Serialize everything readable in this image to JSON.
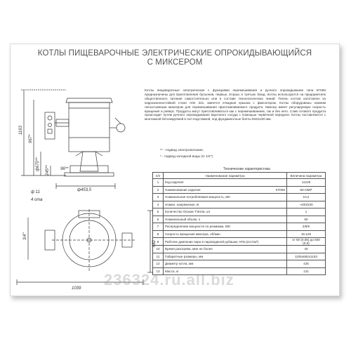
{
  "title_line1": "КОТЛЫ ПИЩЕВАРОЧНЫЕ ЭЛЕКТРИЧЕСКИЕ ОПРОКИДЫВАЮЩИЙСЯ",
  "title_line2": "С МИКСЕРОМ",
  "description": "Котлы пищеварочные электрические с функциями перемешивания и ручного опрокидывания типа КПЭМ предназначены для приготовления бульонов, первых, вторых и третьих блюд. Котлы используются на предприятиях общественного питания самостоятельно или в составе технологических линий. Тигель котлов изготовлен из коррозионностойкой стали AISI 321, имеется откидная крышка с фиксатором. Котлы оборудованы нижним легкосъемным миксером для перемешивания приготавливаемого продукта. Миксер имеет регулируемую скорость вращения и реверс. Продукты могут приготавливаться как с перемешиванием, так и без него. Слив готового продукта происходит путем ручного опрокидывания варочного сосуда с помощью червячной передачи. Котлы поставляются с монтажной бетонируемой в пол подставкой, под фундаментные болты М10х100 мм.",
  "note1": "** - подвод электропитания,",
  "note2": "* - подвод холодной воды (G 1/2\")",
  "tech_title": "Технические характеристика",
  "table": {
    "headers": [
      "п/п",
      "Наименование параметра",
      "Величина параметра"
    ],
    "rows": [
      {
        "n": "1",
        "name": "Код изделия",
        "unit": "",
        "value": "11228"
      },
      {
        "n": "2",
        "name": "Наименование изделия",
        "unit": "КПЭМ",
        "value": "60-ОМР"
      },
      {
        "n": "3",
        "name": "Номинальная потребляемая мощность, кВт",
        "unit": "",
        "value": "10,2"
      },
      {
        "n": "4",
        "name": "Номин. напряжение, В",
        "unit": "",
        "value": "~400/230"
      },
      {
        "n": "5",
        "name": "Количество блоков ТЭНов, шт",
        "unit": "",
        "value": "1"
      },
      {
        "n": "6",
        "name": "Номинальный объем, л",
        "unit": "",
        "value": "60"
      },
      {
        "n": "7",
        "name": "Распределение мощности по режимам, КВт",
        "unit": "",
        "value": "3/6/9"
      },
      {
        "n": "8",
        "name": "Скорость вращения миксера, об/мин",
        "unit": "",
        "value": "15-120"
      },
      {
        "n": "9",
        "name": "Рабочее давление пара в пароводяной рубашке, КПа (кгс/см²)",
        "unit": "",
        "value": "от 50 (0,05) до 500 (0,5)"
      },
      {
        "n": "10",
        "name": "Время разогрева, мин не более",
        "unit": "",
        "value": "40"
      },
      {
        "n": "11",
        "name": "Габаритные размеры, мм",
        "unit": "",
        "value": "1105х682х1163"
      },
      {
        "n": "12",
        "name": "Диаметр котла, мм",
        "unit": "",
        "value": "425"
      },
      {
        "n": "13",
        "name": "Масса, кг",
        "unit": "",
        "value": "131"
      }
    ]
  },
  "dims": {
    "d1163": "1163",
    "d967": "967*",
    "d670": "ф670**",
    "d245": "245**",
    "d96": "96**",
    "d11": "ф 11",
    "d4otv": "4 отв",
    "d4535": "ф453,5",
    "d3_4": "3/4\"",
    "d682": "682",
    "d1039": "1039"
  },
  "watermark": "236324.ru.all.biz"
}
